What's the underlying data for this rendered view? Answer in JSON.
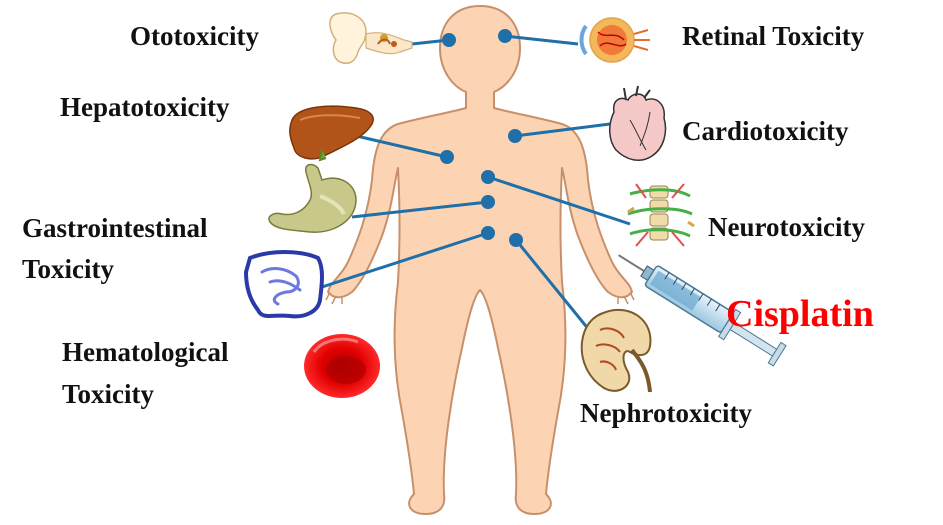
{
  "labels": {
    "ototoxicity": "Ototoxicity",
    "retinal": "Retinal Toxicity",
    "hepatotoxicity": "Hepatotoxicity",
    "cardiotoxicity": "Cardiotoxicity",
    "gastro_line1": "Gastrointestinal",
    "gastro_line2": "Toxicity",
    "neurotoxicity": "Neurotoxicity",
    "hemato_line1": "Hematological",
    "hemato_line2": "Toxicity",
    "nephrotoxicity": "Nephrotoxicity"
  },
  "drug": {
    "name": "Cisplatin",
    "color": "#ff0000"
  },
  "colors": {
    "skin": "#fcd4b4",
    "outline": "#c8906a",
    "connector": "#1f6fa8",
    "dot": "#1f6fa8"
  },
  "icons": [
    "ear-icon",
    "eye-icon",
    "liver-icon",
    "heart-icon",
    "stomach-icon",
    "spine-nerves-icon",
    "intestine-icon",
    "red-blood-cell-icon",
    "kidney-icon",
    "syringe-icon"
  ]
}
